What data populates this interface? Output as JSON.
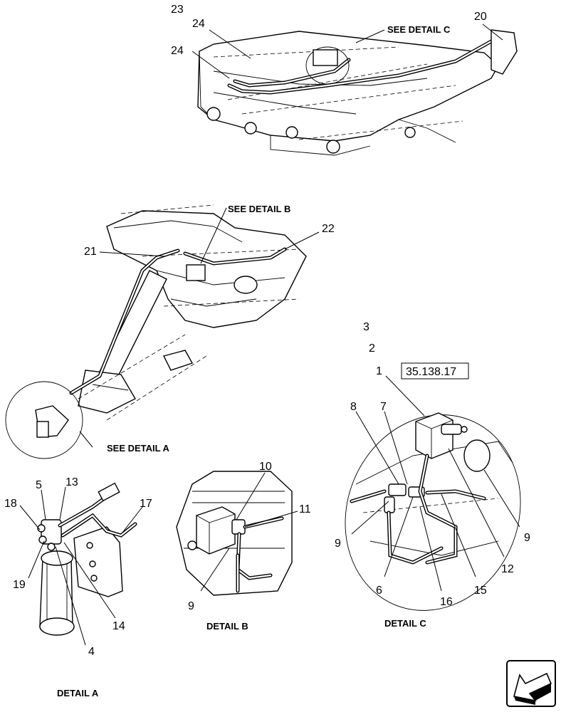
{
  "callouts": {
    "c23": "23",
    "c24a": "24",
    "c24b": "24",
    "c20": "20",
    "c21": "21",
    "c22": "22",
    "c3": "3",
    "c2": "2",
    "c1": "1",
    "c8": "8",
    "c7": "7",
    "c9c1": "9",
    "c9c2": "9",
    "c12": "12",
    "c6": "6",
    "c16": "16",
    "c15": "15",
    "c5": "5",
    "c13": "13",
    "c18": "18",
    "c17": "17",
    "c19": "19",
    "c14": "14",
    "c4": "4",
    "c10": "10",
    "c11": "11",
    "c9b": "9"
  },
  "labels": {
    "see_detail_c": "SEE DETAIL  C",
    "see_detail_b": "SEE DETAIL  B",
    "see_detail_a": "SEE DETAIL  A",
    "detail_a": "DETAIL  A",
    "detail_b": "DETAIL  B",
    "detail_c": "DETAIL  C",
    "ref_box": "35.138.17"
  },
  "icons": {
    "nav": "arrow-nav-icon"
  }
}
